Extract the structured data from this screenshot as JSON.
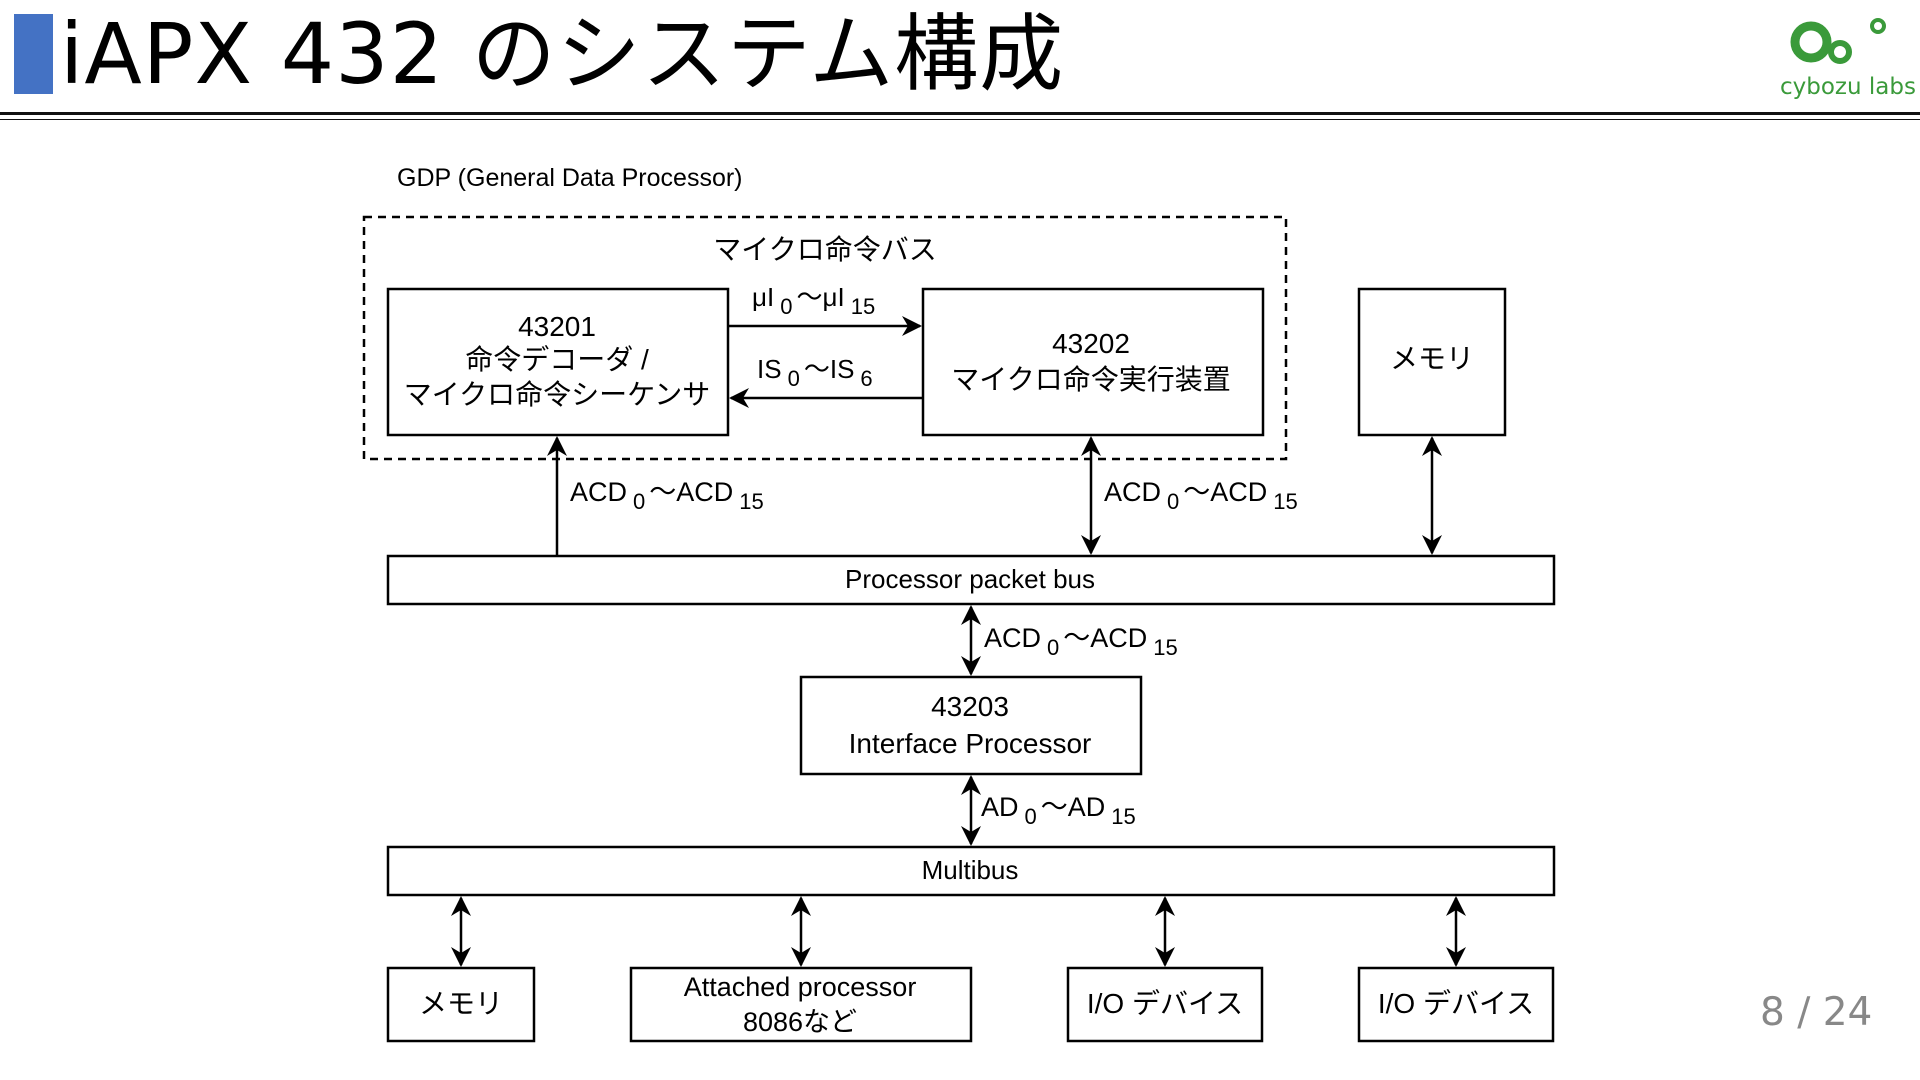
{
  "title": "iAPX 432 のシステム構成",
  "logo": {
    "text": "cybozu labs",
    "brand_color": "#3a9a3a"
  },
  "page_number": "8 / 24",
  "colors": {
    "accent": "#4472c4"
  },
  "diagram": {
    "gdp_label": "GDP (General Data Processor)",
    "micro_bus_label": "マイクロ命令バス",
    "box_43201": {
      "line1": "43201",
      "line2": "命令デコーダ /",
      "line3": "マイクロ命令シーケンサ"
    },
    "box_43202": {
      "line1": "43202",
      "line2": "マイクロ命令実行装置"
    },
    "memory_top": "メモリ",
    "mu_signal": {
      "base_a": "μI",
      "sub_a": "0",
      "sep": "〜",
      "base_b": "μI",
      "sub_b": "15"
    },
    "is_signal": {
      "base_a": "IS",
      "sub_a": "0",
      "sep": "〜",
      "base_b": "IS",
      "sub_b": "6"
    },
    "acd_signal": {
      "base_a": "ACD",
      "sub_a": "0",
      "sep": "〜",
      "base_b": "ACD",
      "sub_b": "15"
    },
    "ad_signal": {
      "base_a": "AD",
      "sub_a": "0",
      "sep": "〜",
      "base_b": "AD",
      "sub_b": "15"
    },
    "packet_bus": "Processor packet bus",
    "box_43203": {
      "line1": "43203",
      "line2": "Interface Processor"
    },
    "multibus": "Multibus",
    "bottom": {
      "memory": "メモリ",
      "attached_line1": "Attached processor",
      "attached_line2": "8086など",
      "io1": "I/O デバイス",
      "io2": "I/O デバイス"
    }
  }
}
